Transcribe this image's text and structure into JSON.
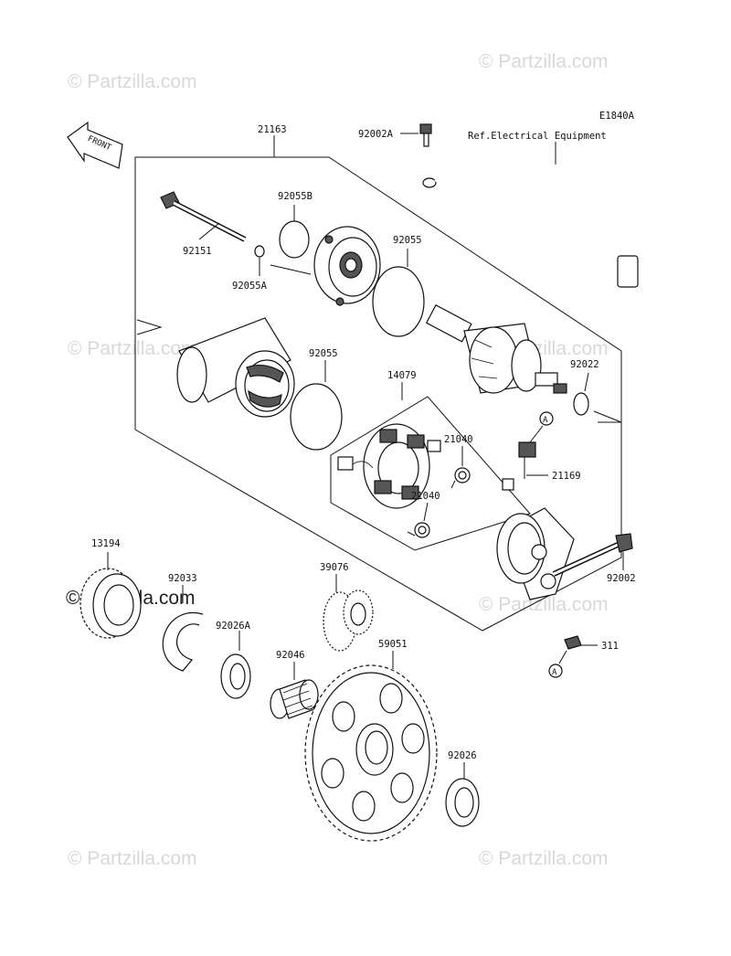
{
  "diagram_id": "E1840A",
  "front_label": "FRONT",
  "ref_note": "Ref.Electrical Equipment",
  "watermarks": [
    "© Partzilla.com",
    "© Partzilla.com",
    "© Partzilla.com",
    "© Partzilla.com",
    "© Partzilla.com",
    "© Partzilla.com",
    "© Partzilla.com",
    "© Partzilla.com"
  ],
  "callouts": {
    "p21163": "21163",
    "p92002A": "92002A",
    "p92055B": "92055B",
    "p92055a": "92055",
    "p92151": "92151",
    "p92055A": "92055A",
    "p92055b": "92055",
    "p14079": "14079",
    "p92022": "92022",
    "p21040a": "21040",
    "p21040b": "21040",
    "p21169": "21169",
    "p92002": "92002",
    "p13194": "13194",
    "p92033": "92033",
    "p92026A": "92026A",
    "p39076": "39076",
    "p92046": "92046",
    "p59051": "59051",
    "p92026": "92026",
    "p311": "311"
  },
  "ref_marker": "A"
}
